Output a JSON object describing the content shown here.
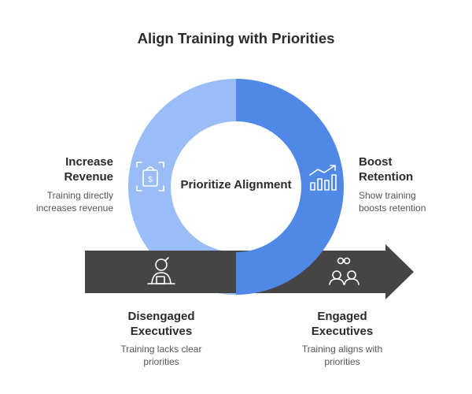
{
  "title": "Align Training with Priorities",
  "center": {
    "label": "Prioritize Alignment"
  },
  "colors": {
    "ring_left": "#9bbdf7",
    "ring_right": "#4f88e6",
    "arrow": "#454545",
    "icon_light": "#ffffff",
    "icon_dark": "#ffffff"
  },
  "sections": {
    "increase_revenue": {
      "heading_line1": "Increase",
      "heading_line2": "Revenue",
      "desc_line1": "Training directly",
      "desc_line2": "increases revenue",
      "icon": "shopping-bag-dollar-icon"
    },
    "boost_retention": {
      "heading_line1": "Boost",
      "heading_line2": "Retention",
      "desc_line1": "Show training",
      "desc_line2": "boosts retention",
      "icon": "growth-chart-icon"
    },
    "disengaged_executives": {
      "heading_line1": "Disengaged",
      "heading_line2": "Executives",
      "desc_line1": "Training lacks clear",
      "desc_line2": "priorities",
      "icon": "idle-person-icon"
    },
    "engaged_executives": {
      "heading_line1": "Engaged",
      "heading_line2": "Executives",
      "desc_line1": "Training aligns with",
      "desc_line2": "priorities",
      "icon": "people-connected-icon"
    }
  }
}
